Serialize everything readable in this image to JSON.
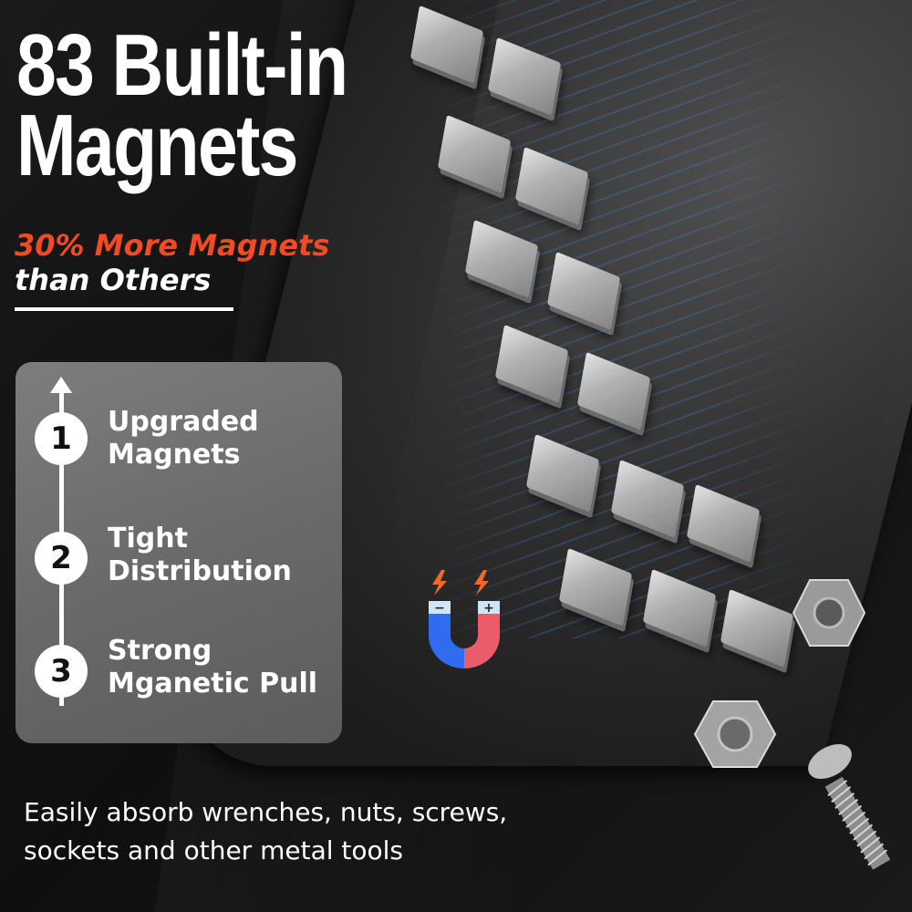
{
  "headline": {
    "line1": "83 Built-in",
    "line2": "Magnets"
  },
  "subheadline": {
    "accent": "30% More Magnets",
    "rest": "than Others"
  },
  "features": [
    {
      "number": "1",
      "line1": "Upgraded",
      "line2": "Magnets"
    },
    {
      "number": "2",
      "line1": "Tight",
      "line2": "Distribution"
    },
    {
      "number": "3",
      "line1": "Strong",
      "line2": "Mganetic Pull"
    }
  ],
  "magnet_icon": {
    "negative_label": "−",
    "positive_label": "+",
    "negative_color": "#2f6cf0",
    "positive_color": "#ea5c6a",
    "spark_color": "#f26a21"
  },
  "footer": {
    "line1": "Easily absorb wrenches, nuts, screws,",
    "line2": "sockets and other metal tools"
  },
  "colors": {
    "accent": "#f24b24",
    "background": "#141414",
    "panel": "#6e6e6e"
  }
}
